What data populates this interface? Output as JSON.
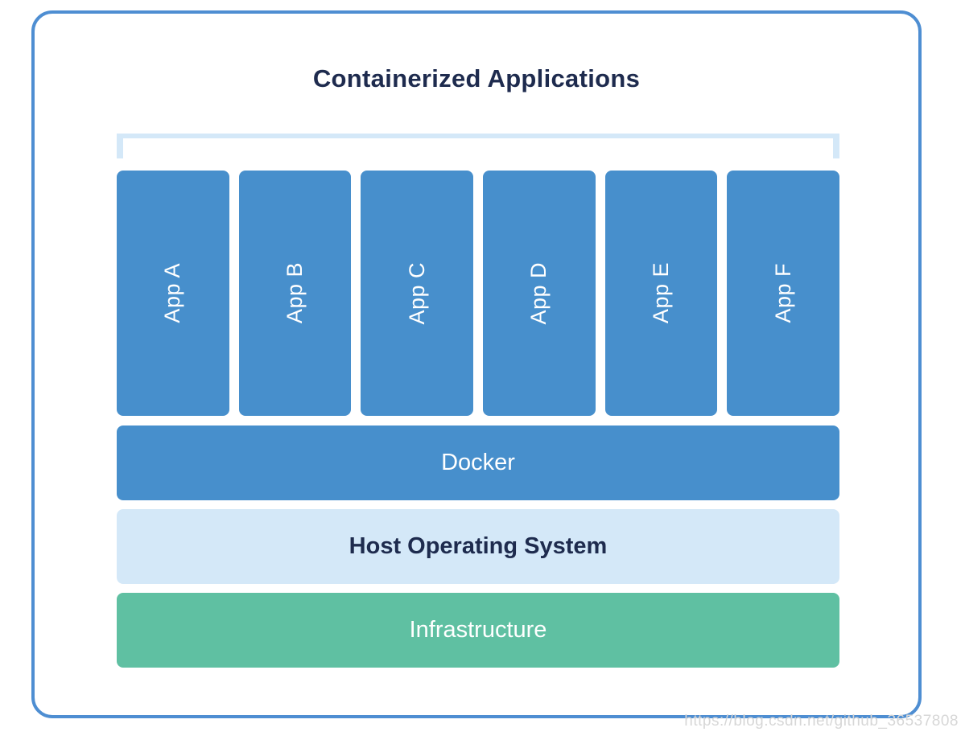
{
  "diagram": {
    "title": "Containerized Applications",
    "apps": [
      "App A",
      "App B",
      "App C",
      "App D",
      "App E",
      "App F"
    ],
    "layers": {
      "docker": "Docker",
      "host_os": "Host Operating System",
      "infrastructure": "Infrastructure"
    },
    "colors": {
      "app_blue": "#478fcc",
      "light_blue": "#d4e8f8",
      "green": "#5fc0a2",
      "navy_text": "#1e2b4e",
      "frame_border": "#4e8ed2",
      "watermark_gray": "#d7d7d7"
    }
  },
  "watermark": "https://blog.csdn.net/github_36537808"
}
